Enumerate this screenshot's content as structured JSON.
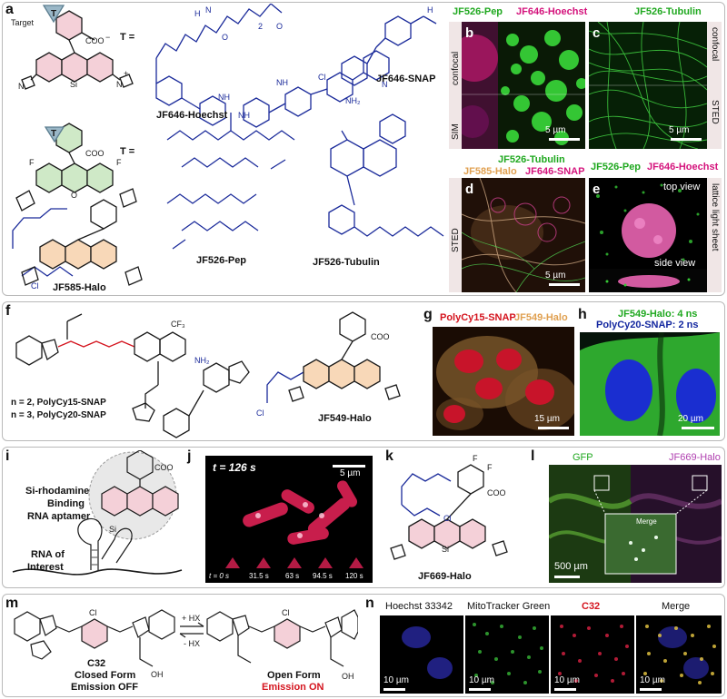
{
  "panels": {
    "a": {
      "label": "a",
      "target": "Target",
      "t_marker": "T",
      "t_eq": "T =",
      "coo": "COO",
      "minus": "−",
      "si": "Si",
      "plus": "+",
      "n": "N",
      "f": "F",
      "cl": "Cl",
      "o": "O",
      "h": "H",
      "nh": "NH",
      "nh2": "NH₂",
      "n_sub": "n",
      "sub2": "2",
      "compounds": [
        "JF646-Hoechst",
        "JF646-SNAP",
        "JF526-Pep",
        "JF526-Tubulin",
        "JF585-Halo"
      ]
    },
    "b": {
      "label": "b",
      "cap1": "JF526-Pep",
      "cap2": "JF646-Hoechst",
      "side_top": "confocal",
      "side_bottom": "SIM",
      "scale": "5 µm"
    },
    "c": {
      "label": "c",
      "cap": "JF526-Tubulin",
      "side_top": "confocal",
      "side_bottom": "STED",
      "scale": "5 µm"
    },
    "d": {
      "label": "d",
      "cap1": "JF526-Tubulin",
      "cap2": "JF585-Halo",
      "cap3": "JF646-SNAP",
      "side": "STED",
      "scale": "5 µm"
    },
    "e": {
      "label": "e",
      "cap1": "JF526-Pep",
      "cap2": "JF646-Hoechst",
      "top": "top view",
      "bottom": "side view",
      "side": "lattice light sheet"
    },
    "f": {
      "label": "f",
      "cf3": "CF₃",
      "n2": "n = 2, PolyCy15-SNAP",
      "n3": "n = 3, PolyCy20-SNAP",
      "compound": "JF549-Halo"
    },
    "g": {
      "label": "g",
      "cap1": "PolyCy15-SNAP",
      "cap2": "JF549-Halo",
      "scale": "15 µm"
    },
    "h": {
      "label": "h",
      "cap1": "JF549-Halo: 4 ns",
      "cap2": "PolyCy20-SNAP: 2 ns",
      "scale": "20 µm"
    },
    "i": {
      "label": "i",
      "text1": "Si-rhodamine",
      "text2": "Binding",
      "text3": "RNA aptamer",
      "text4": "RNA of",
      "text5": "Interest"
    },
    "j": {
      "label": "j",
      "time": "t = 126 s",
      "scale": "5 µm",
      "frames": [
        "t = 0 s",
        "31.5 s",
        "63 s",
        "94.5 s",
        "120 s"
      ]
    },
    "k": {
      "label": "k",
      "compound": "JF669-Halo"
    },
    "l": {
      "label": "l",
      "cap1": "GFP",
      "cap2": "JF669-Halo",
      "inset": "Merge",
      "scale": "500 µm"
    },
    "m": {
      "label": "m",
      "plus_hx": "+ HX",
      "minus_hx": "- HX",
      "c32": "C32",
      "closed": "Closed Form",
      "emission_off": "Emission OFF",
      "open": "Open Form",
      "emission_on": "Emission ON",
      "oh": "OH"
    },
    "n": {
      "label": "n",
      "caps": [
        "Hoechst 33342",
        "MitoTracker Green",
        "C32",
        "Merge"
      ],
      "scale": "10 µm"
    }
  },
  "colors": {
    "green": "#1fa81f",
    "magenta": "#d4137c",
    "orange": "#e0a050",
    "blue": "#1428a0",
    "red": "#d4141e",
    "panel_bg": "#f0e6e6"
  }
}
